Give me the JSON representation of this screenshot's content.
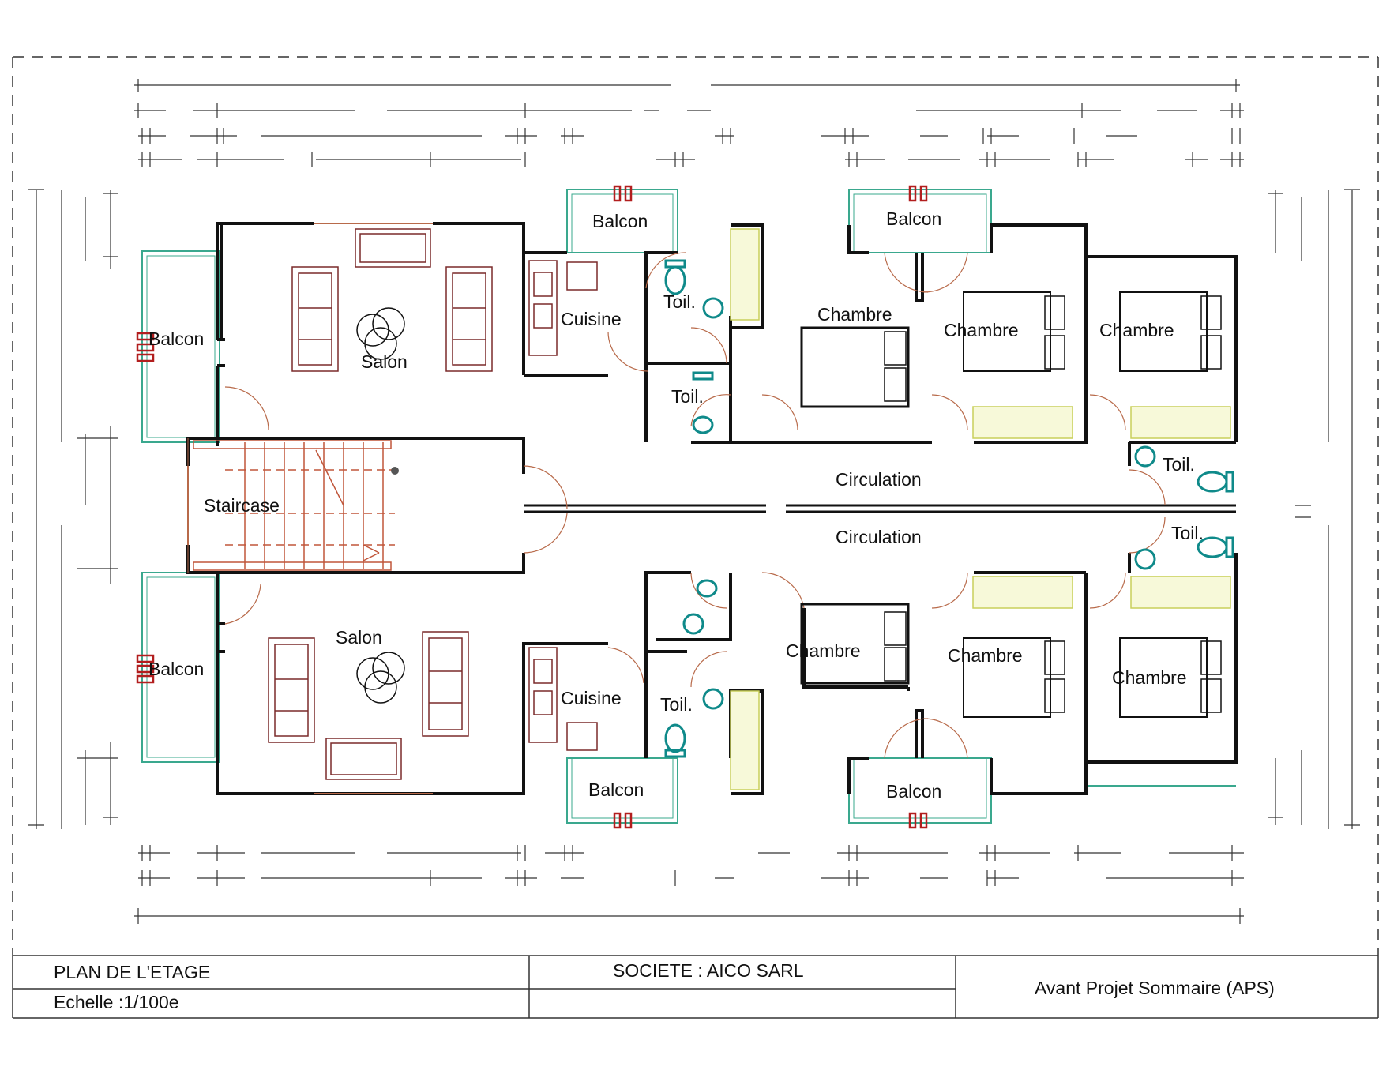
{
  "colors": {
    "wall": "#111111",
    "door": "#b86a4a",
    "window": "#3aa88e",
    "furniture": "#7a2a2a",
    "fixture": "#0f8a8a",
    "wardrobe": "#d8e27a",
    "stair": "#c0563a",
    "dim": "#333333",
    "frame": "#333333"
  },
  "rooms": {
    "balcon_left_top": "Balcon",
    "salon_top": "Salon",
    "cuisine_top": "Cuisine",
    "balcon_top_a": "Balcon",
    "toil_top_a": "Toil.",
    "toil_top_b": "Toil.",
    "chambre_top_1": "Chambre",
    "balcon_top_b": "Balcon",
    "chambre_top_2": "Chambre",
    "chambre_top_3": "Chambre",
    "toil_right_top": "Toil.",
    "staircase": "Staircase",
    "circulation_top": "Circulation",
    "circulation_bottom": "Circulation",
    "toil_right_bottom": "Toil.",
    "balcon_left_bottom": "Balcon",
    "salon_bottom": "Salon",
    "cuisine_bottom": "Cuisine",
    "toil_bottom": "Toil.",
    "chambre_bottom_1": "Chambre",
    "chambre_bottom_2": "Chambre",
    "chambre_bottom_3": "Chambre",
    "balcon_bottom_a": "Balcon",
    "balcon_bottom_b": "Balcon"
  },
  "title_block": {
    "plan_title": "PLAN DE L'ETAGE",
    "scale": "Echelle :1/100e",
    "company": "SOCIETE : AICO SARL",
    "phase": "Avant Projet Sommaire (APS)"
  }
}
